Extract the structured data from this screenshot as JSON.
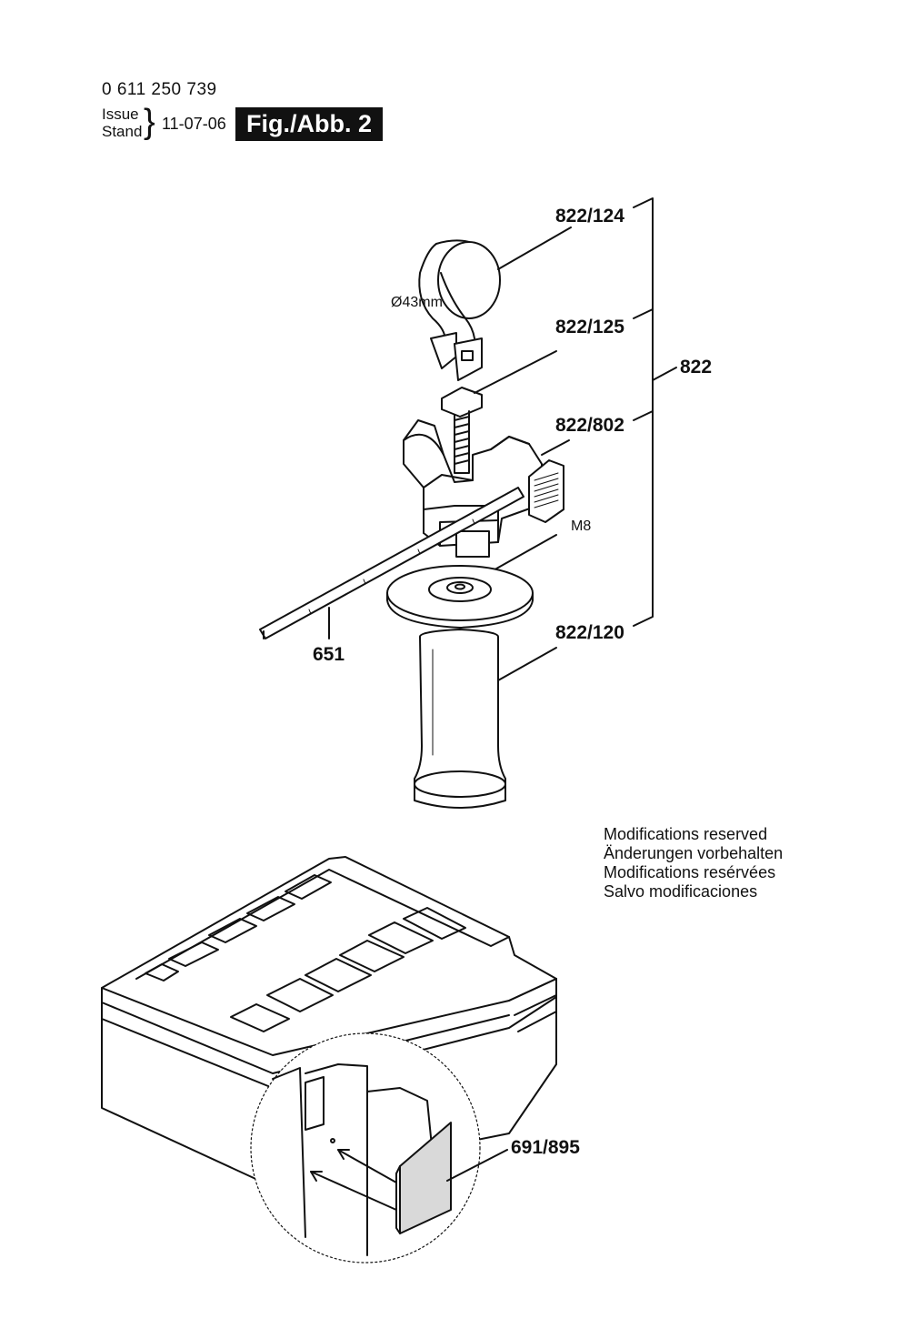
{
  "header": {
    "part_number": "0 611 250 739",
    "issue_line1": "Issue",
    "issue_line2": "Stand",
    "date": "11-07-06",
    "figure": "Fig./Abb. 2"
  },
  "callouts": {
    "c822_124": "822/124",
    "c822_125": "822/125",
    "c822": "822",
    "c822_802": "822/802",
    "c822_120": "822/120",
    "c651": "651",
    "c691_895": "691/895",
    "m8": "M8",
    "diameter": "Ø43mm"
  },
  "notes": [
    "Modifications reserved",
    "Änderungen vorbehalten",
    "Modifications resérvées",
    "Salvo modificaciones"
  ]
}
